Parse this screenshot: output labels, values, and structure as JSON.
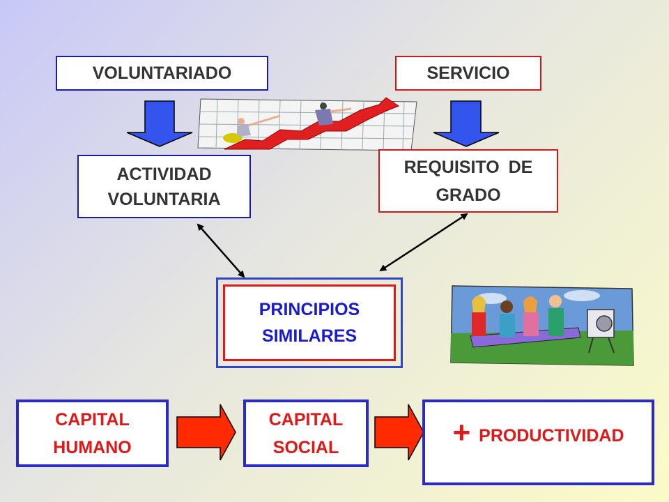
{
  "top": {
    "left_label": "VOLUNTARIADO",
    "right_label": "SERVICIO"
  },
  "middle": {
    "left_line1": "ACTIVIDAD",
    "left_line2": "VOLUNTARIA",
    "right_line1": "REQUISITO DE",
    "right_line2": "GRADO"
  },
  "center": {
    "line1": "PRINCIPIOS",
    "line2": "SIMILARES"
  },
  "bottom": {
    "box1_line1": "CAPITAL",
    "box1_line2": "HUMANO",
    "box2_line1": "CAPITAL",
    "box2_line2": "SOCIAL",
    "plus": "+",
    "box3_text": "PRODUCTIVIDAD"
  },
  "colors": {
    "blue_border": "#1a1aa8",
    "red_border": "#d01818",
    "text_dark": "#333333",
    "text_red": "#e01818",
    "text_blue": "#1a1ad0",
    "down_arrow": "#3355ee",
    "right_arrow": "#ff2a00"
  },
  "icons": {
    "climbing_picture": "people-climbing-growth-arrow-icon",
    "team_picture": "team-carrying-board-icon"
  }
}
